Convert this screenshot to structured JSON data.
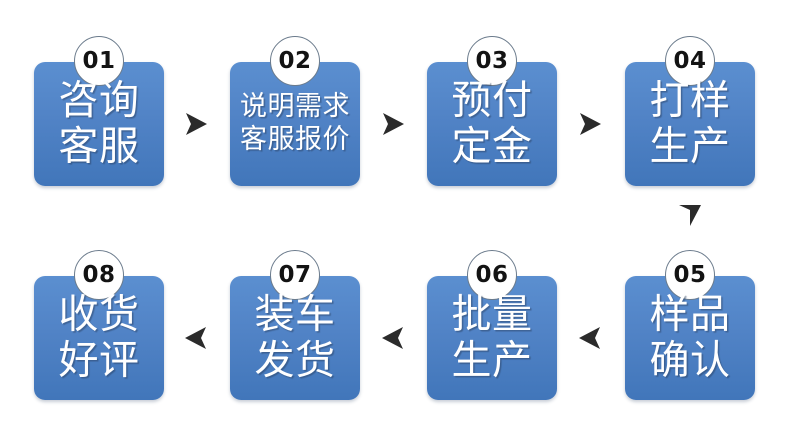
{
  "diagram": {
    "title": "eight-step order process flowchart",
    "colors": {
      "box_top": "#5b8fd0",
      "box_bottom": "#4176ba",
      "box_text": "#ffffff",
      "badge_fill": "#ffffff",
      "badge_border": "#6b7b8c",
      "badge_text": "#131313",
      "arrow": "#2b2b2b",
      "background": "#ffffff"
    },
    "steps": [
      {
        "number": "01",
        "label": "咨询\n客服",
        "size": "lg"
      },
      {
        "number": "02",
        "label": "说明需求\n客服报价",
        "size": "sm"
      },
      {
        "number": "03",
        "label": "预付\n定金",
        "size": "lg"
      },
      {
        "number": "04",
        "label": "打样\n生产",
        "size": "lg"
      },
      {
        "number": "05",
        "label": "样品\n确认",
        "size": "lg"
      },
      {
        "number": "06",
        "label": "批量\n生产",
        "size": "lg"
      },
      {
        "number": "07",
        "label": "装车\n发货",
        "size": "lg"
      },
      {
        "number": "08",
        "label": "收货\n好评",
        "size": "lg"
      }
    ],
    "connectors": [
      {
        "name": "arrow-01-to-02",
        "direction": "right"
      },
      {
        "name": "arrow-02-to-03",
        "direction": "right"
      },
      {
        "name": "arrow-03-to-04",
        "direction": "right"
      },
      {
        "name": "arrow-04-to-05",
        "direction": "down"
      },
      {
        "name": "arrow-05-to-06",
        "direction": "left"
      },
      {
        "name": "arrow-06-to-07",
        "direction": "left"
      },
      {
        "name": "arrow-07-to-08",
        "direction": "left"
      }
    ]
  }
}
